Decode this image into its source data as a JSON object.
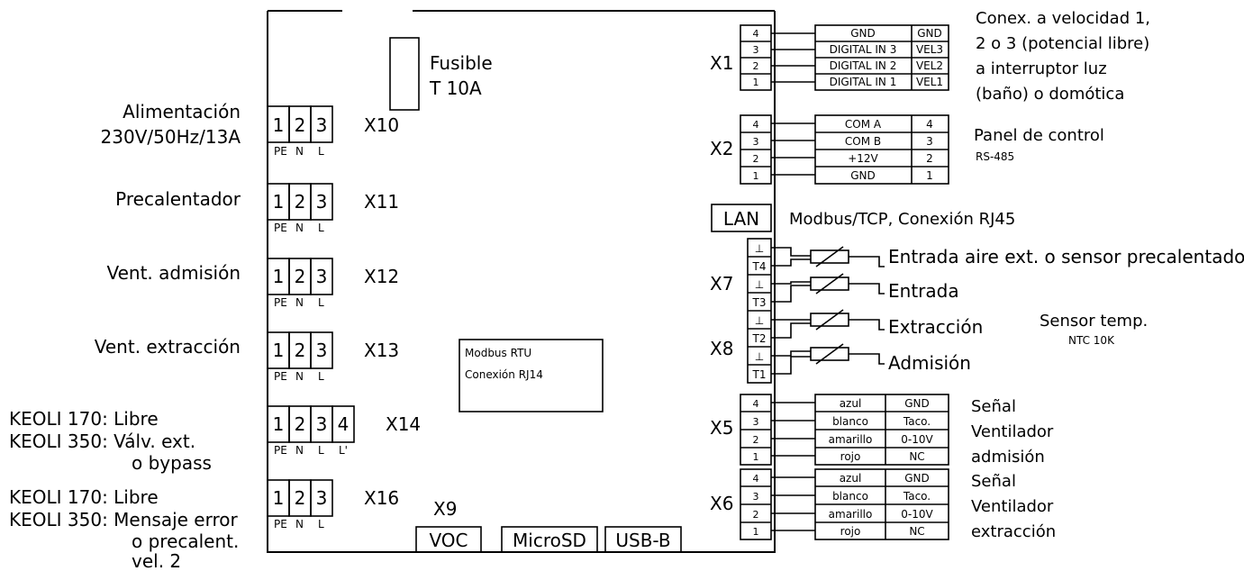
{
  "fuse": {
    "line1": "Fusible",
    "line2": "T 10A"
  },
  "left_labels": {
    "alim_1": "Alimentación",
    "alim_2": "230V/50Hz/13A",
    "precal": "Precalentador",
    "vent_adm": "Vent. admisión",
    "vent_ext": "Vent. extracción",
    "x14_a": "KEOLI 170: Libre",
    "x14_b": "KEOLI 350: Válv. ext.",
    "x14_c": "o bypass",
    "x16_a": "KEOLI 170: Libre",
    "x16_b": "KEOLI 350: Mensaje error",
    "x16_c": "o precalent.",
    "x16_d": "vel. 2"
  },
  "terminals": {
    "n1": "1",
    "n2": "2",
    "n3": "3",
    "n4": "4",
    "pe": "PE",
    "n": "N",
    "l": "L",
    "lp": "L'"
  },
  "connectors": {
    "x10": "X10",
    "x11": "X11",
    "x12": "X12",
    "x13": "X13",
    "x14": "X14",
    "x16": "X16",
    "x9": "X9",
    "x1": "X1",
    "x2": "X2",
    "x7": "X7",
    "x8": "X8",
    "x5": "X5",
    "x6": "X6"
  },
  "modbus_rtu": {
    "line1": "Modbus RTU",
    "line2": "Conexión RJ14"
  },
  "ports": {
    "voc": "VOC",
    "microsd": "MicroSD",
    "usbb": "USB-B",
    "lan": "LAN"
  },
  "x1_table": {
    "pins": [
      "4",
      "3",
      "2",
      "1"
    ],
    "rows": [
      [
        "GND",
        "GND"
      ],
      [
        "DIGITAL IN 3",
        "VEL3"
      ],
      [
        "DIGITAL IN 2",
        "VEL2"
      ],
      [
        "DIGITAL IN 1",
        "VEL1"
      ]
    ]
  },
  "x2_table": {
    "pins": [
      "4",
      "3",
      "2",
      "1"
    ],
    "rows": [
      [
        "COM A",
        "4"
      ],
      [
        "COM B",
        "3"
      ],
      [
        "+12V",
        "2"
      ],
      [
        "GND",
        "1"
      ]
    ]
  },
  "x1_desc": [
    "Conex. a velocidad 1,",
    "2 o 3 (potencial libre)",
    "a interruptor luz",
    "(baño) o domótica"
  ],
  "x2_desc": {
    "title": "Panel de  control",
    "sub": "RS-485"
  },
  "lan_desc": "Modbus/TCP, Conexión RJ45",
  "sensors": {
    "ground": "⊥",
    "t4": "T4",
    "t3": "T3",
    "t2": "T2",
    "t1": "T1",
    "s1": "Entrada aire ext. o sensor precalentador",
    "s2": "Entrada",
    "s3": "Extracción",
    "s4": "Admisión",
    "title": "Sensor temp.",
    "sub": "NTC 10K"
  },
  "x5_table": {
    "pins": [
      "4",
      "3",
      "2",
      "1"
    ],
    "rows": [
      [
        "azul",
        "GND"
      ],
      [
        "blanco",
        "Taco."
      ],
      [
        "amarillo",
        "0-10V"
      ],
      [
        "rojo",
        "NC"
      ]
    ]
  },
  "x6_table": {
    "pins": [
      "4",
      "3",
      "2",
      "1"
    ],
    "rows": [
      [
        "azul",
        "GND"
      ],
      [
        "blanco",
        "Taco."
      ],
      [
        "amarillo",
        "0-10V"
      ],
      [
        "rojo",
        "NC"
      ]
    ]
  },
  "x5_desc": [
    "Señal",
    "Ventilador",
    "admisión"
  ],
  "x6_desc": [
    "Señal",
    "Ventilador",
    "extracción"
  ]
}
